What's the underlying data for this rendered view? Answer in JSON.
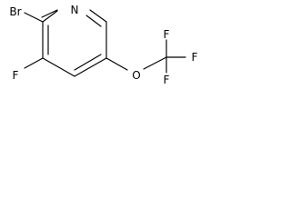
{
  "structure": {
    "atoms": {
      "br": "Br",
      "n": "N",
      "f_ring": "F",
      "o": "O",
      "f_top": "F",
      "f_right": "F",
      "f_bottom": "F"
    }
  }
}
